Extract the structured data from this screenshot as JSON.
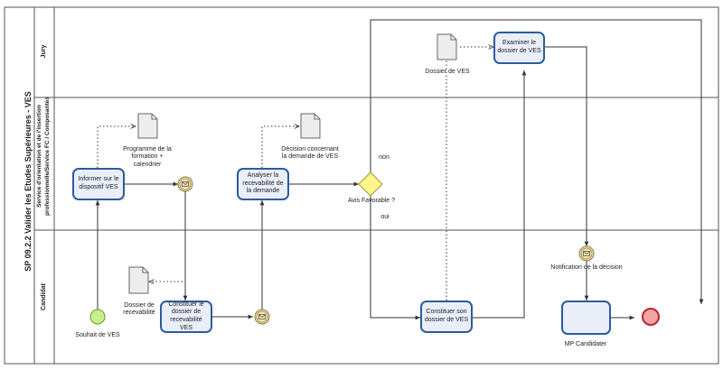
{
  "pool": {
    "title": "SP 09.2.2 Valider les Etudes Supérieures - VES"
  },
  "lanes": {
    "jury": "Jury",
    "service_line1": "Service d'orientation et de l'insertion",
    "service_line2": "professionnelle/Service FC / Composantes",
    "candidat": "Candidat"
  },
  "tasks": {
    "informer": "Informer sur le dispositif VES",
    "analyser": "Analyser la recevabilité de la demande",
    "examiner": "Examiner le dossier de VES",
    "constituer_recev": "Constituer le dossier de recevabilité VES",
    "constituer_ves": "Constituer son dossier de VES",
    "subprocess": "MP Candidater"
  },
  "documents": {
    "programme": "Programme de la formation + calendrier",
    "decision": "Décision concernant la demande de VES",
    "dossier_ves": "Dossier de VES",
    "dossier_recev": "Dossier de recevabilité"
  },
  "events": {
    "start": "Souhait de VES",
    "notification": "Notification de la décision"
  },
  "gateway": {
    "label": "Avis Favorable ?",
    "no": "non",
    "yes": "oui"
  },
  "colors": {
    "task_fill": "#e9eef8",
    "task_border": "#2b5c9e",
    "start_fill": "#c6f08c",
    "end_fill": "#f4a3a3",
    "gateway_fill": "#fff68c",
    "message_fill": "#f5e6b5"
  }
}
